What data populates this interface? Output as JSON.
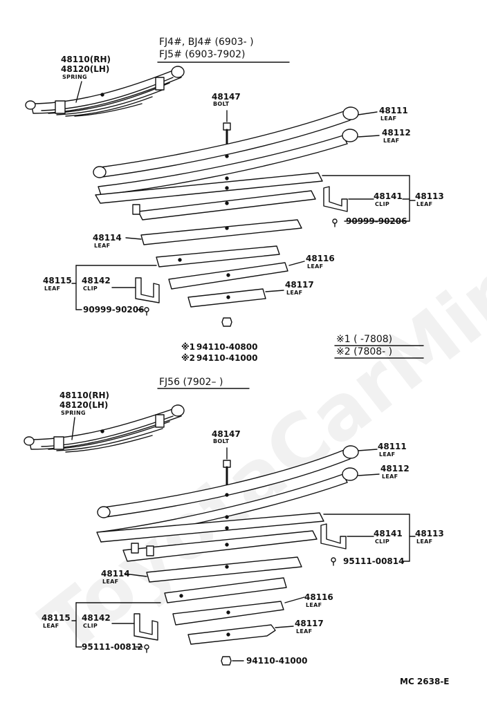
{
  "watermark": "ToyotaCarMine.ru",
  "upper": {
    "header_line1": "FJ4#, BJ4# (6903-        )",
    "header_line2": "FJ5#          (6903-7902)",
    "spring_rh": "48110(RH)",
    "spring_lh": "48120(LH)",
    "spring_label": "SPRING",
    "bolt_pn": "48147",
    "bolt_label": "BOLT",
    "leaf1_pn": "48111",
    "leaf1_label": "LEAF",
    "leaf2_pn": "48112",
    "leaf2_label": "LEAF",
    "clip1_pn": "48141",
    "clip1_label": "CLIP",
    "leafset_pn": "48113",
    "leafset_label": "LEAF",
    "rivet1_pn": "90999-90206",
    "leaf4_pn": "48114",
    "leaf4_label": "LEAF",
    "leaf6_pn": "48116",
    "leaf6_label": "LEAF",
    "leaf5_pn": "48115",
    "leaf5_label": "LEAF",
    "clip2_pn": "48142",
    "clip2_label": "CLIP",
    "leaf7_pn": "48117",
    "leaf7_label": "LEAF",
    "rivet2_pn": "90999-90206",
    "nut1_mark": "※1",
    "nut1_pn": "94110-40800",
    "nut2_mark": "※2",
    "nut2_pn": "94110-41000"
  },
  "notes": {
    "note1": "※1 (          -7808)",
    "note2": "※2 (7808-          )"
  },
  "lower": {
    "header": "FJ56  (7902–       )",
    "spring_rh": "48110(RH)",
    "spring_lh": "48120(LH)",
    "spring_label": "SPRING",
    "bolt_pn": "48147",
    "bolt_label": "BOLT",
    "leaf1_pn": "48111",
    "leaf1_label": "LEAF",
    "leaf2_pn": "48112",
    "leaf2_label": "LEAF",
    "clip1_pn": "48141",
    "clip1_label": "CLIP",
    "leafset_pn": "48113",
    "leafset_label": "LEAF",
    "rivet1_pn": "95111-00814",
    "leaf4_pn": "48114",
    "leaf4_label": "LEAF",
    "leaf6_pn": "48116",
    "leaf6_label": "LEAF",
    "leaf5_pn": "48115",
    "leaf5_label": "LEAF",
    "clip2_pn": "48142",
    "clip2_label": "CLIP",
    "leaf7_pn": "48117",
    "leaf7_label": "LEAF",
    "rivet2_pn": "95111-00812",
    "nut_pn": "94110-41000"
  },
  "footer": {
    "code": "MC 2638-E"
  }
}
